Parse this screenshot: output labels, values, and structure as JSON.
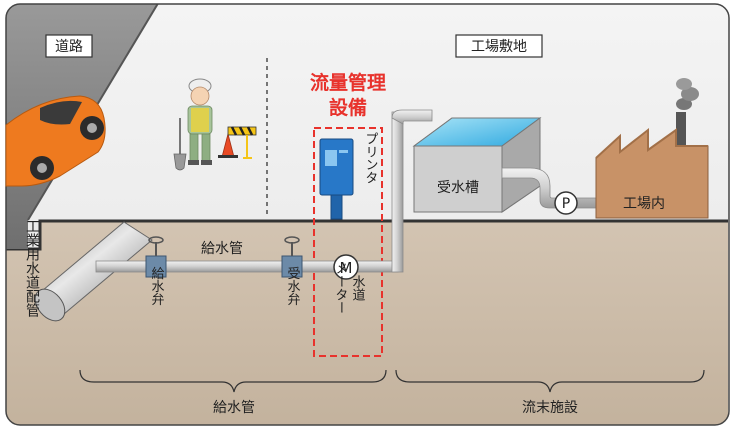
{
  "labels": {
    "road": "道路",
    "factory_site": "工場敷地",
    "flow_mgmt_line1": "流量管理",
    "flow_mgmt_line2": "設備",
    "printer": "プリンタ",
    "receiving_tank": "受水槽",
    "pump_symbol": "P",
    "factory_interior": "工場内",
    "meter_symbol": "M",
    "water_meter_col1": "水道",
    "water_meter_col2": "メーター",
    "industrial_main": "工業用水道配管",
    "supply_valve": "給水弁",
    "supply_pipe": "給水管",
    "receiving_valve": "受水弁",
    "brace_left": "給水管",
    "brace_right": "流末施設"
  },
  "colors": {
    "accent_red": "#e8322c",
    "ground": "#c9b9a6",
    "sky": "#f1f1f1",
    "pipe": "#d4d4d4",
    "car": "#ee7a1f",
    "printer": "#2878c8",
    "factory": "#c89267",
    "water": "#5fc6ec"
  },
  "icons": [
    "car-icon",
    "worker-icon",
    "barrier-icon",
    "printer-icon",
    "tank-icon",
    "factory-icon",
    "valve-icon",
    "pump-icon",
    "meter-icon"
  ]
}
